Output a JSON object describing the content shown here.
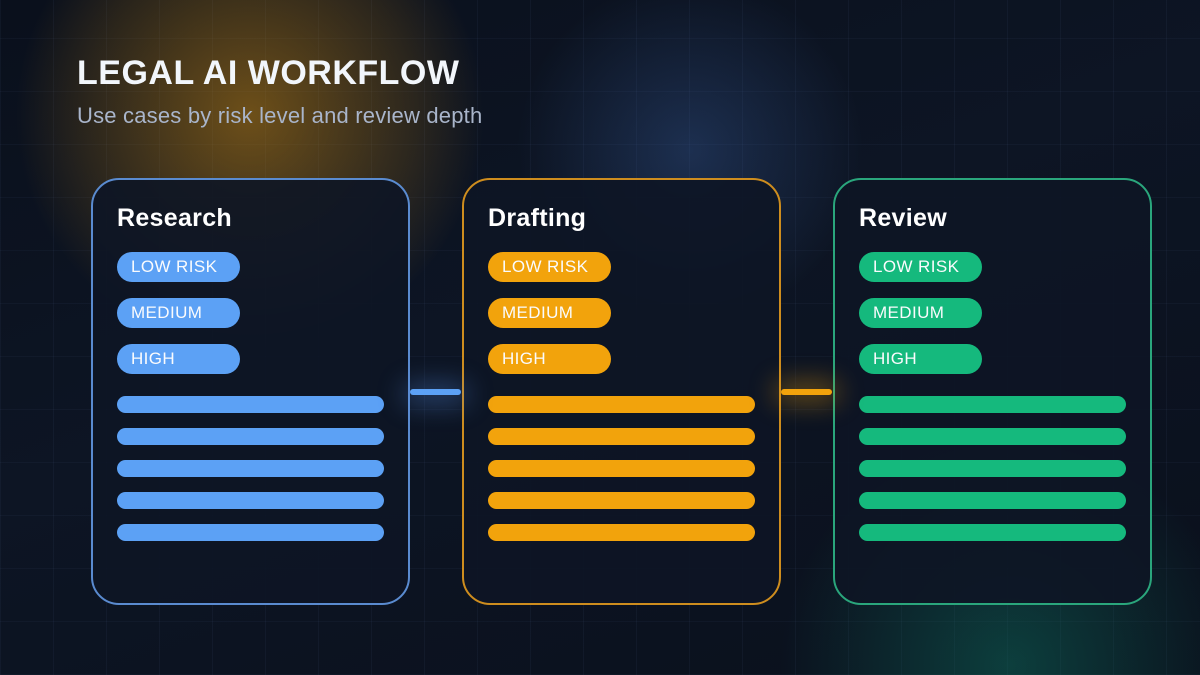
{
  "page": {
    "title": "LEGAL AI WORKFLOW",
    "subtitle": "Use cases by risk level and review depth"
  },
  "cards": [
    {
      "id": "research",
      "title": "Research",
      "risk_labels": [
        "LOW RISK",
        "MEDIUM",
        "HIGH"
      ],
      "bar_count": 5,
      "accent": "#5CA1F5",
      "border": "#5A8BD0"
    },
    {
      "id": "drafting",
      "title": "Drafting",
      "risk_labels": [
        "LOW RISK",
        "MEDIUM",
        "HIGH"
      ],
      "bar_count": 5,
      "accent": "#F2A30C",
      "border": "#CE8D1E"
    },
    {
      "id": "review",
      "title": "Review",
      "risk_labels": [
        "LOW RISK",
        "MEDIUM",
        "HIGH"
      ],
      "bar_count": 5,
      "accent": "#15B97D",
      "border": "#2AA67C"
    }
  ],
  "connectors": [
    {
      "from": "Research",
      "to": "Drafting",
      "color": "#5CA1F5"
    },
    {
      "from": "Drafting",
      "to": "Review",
      "color": "#F2A30C"
    }
  ],
  "colors": {
    "background": "#0B1120",
    "card_background": "#0D1525",
    "title_text": "#F2F6FB",
    "subtitle_text": "#A9B5CB",
    "glow_amber": "#CF8C12",
    "glow_blue": "#426EB9",
    "glow_teal": "#107664"
  }
}
